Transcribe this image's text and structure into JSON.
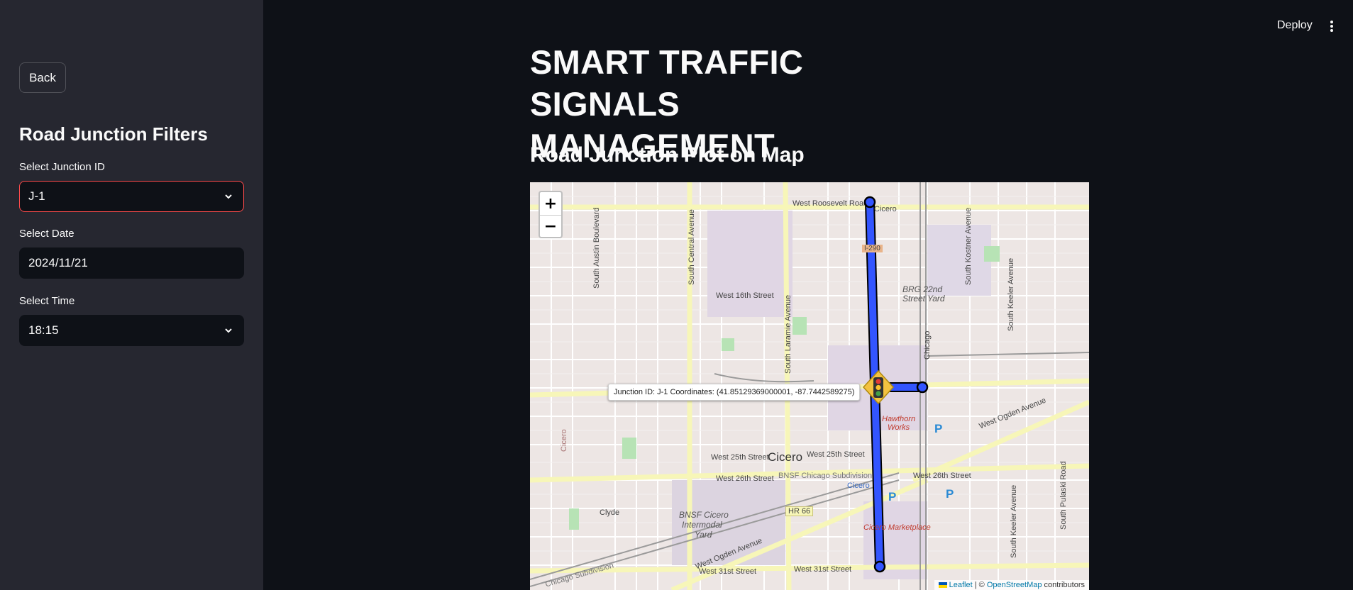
{
  "sidebar": {
    "back_label": "Back",
    "heading": "Road Junction Filters",
    "fields": [
      {
        "label": "Select Junction ID",
        "value": "J-1",
        "type": "select"
      },
      {
        "label": "Select Date",
        "value": "2024/11/21",
        "type": "date"
      },
      {
        "label": "Select Time",
        "value": "18:15",
        "type": "select"
      }
    ]
  },
  "header": {
    "deploy_label": "Deploy",
    "menu_icon": "kebab-menu-icon"
  },
  "main": {
    "title": "SMART TRAFFIC SIGNALS MANAGEMENT",
    "subtitle": "Road Junction Plot on Map",
    "map": {
      "zoom_in": "+",
      "zoom_out": "−",
      "tooltip": "Junction ID: J-1 Coordinates: (41.85129369000001, -87.7442589275)",
      "attribution_leaflet": "Leaflet",
      "attribution_sep": " | © ",
      "attribution_osm": "OpenStreetMap",
      "attribution_tail": " contributors",
      "marker_icon": "traffic-light-icon",
      "labels": {
        "roosevelt": "West Roosevelt Road",
        "cicero_top": "Cicero",
        "i290": "I-290",
        "st16": "West 16th Street",
        "brg": "BRG 22nd",
        "brg2": "Street Yard",
        "austin": "South Austin Boulevard",
        "central": "South Central Avenue",
        "laramie": "South Laramie Avenue",
        "kostner": "South Kostner Avenue",
        "keeler": "South Keeler Avenue",
        "chicago": "Chicago",
        "hawthorn1": "Hawthorn",
        "hawthorn2": "Works",
        "ogden": "West Ogden Avenue",
        "st25a": "West 25th Street",
        "cicero_big": "Cicero",
        "st25b": "West 25th Street",
        "st26a": "West 26th Street",
        "bnsf": "BNSF Chicago Subdivision",
        "st26b": "West 26th Street",
        "cicero_sm": "Cicero",
        "clyde": "Clyde",
        "hr66": "HR 66",
        "bnsf_yard1": "BNSF Cicero",
        "bnsf_yard2": "Intermodal",
        "bnsf_yard3": "Yard",
        "ogden2": "West Ogden Avenue",
        "marketplace": "Cicero Marketplace",
        "st31a": "West 31st Street",
        "st31b": "West 31st Street",
        "pulaski": "South Pulaski Road",
        "keeler2": "South Keeler Avenue",
        "cicero_side": "Cicero",
        "chi_sub": "Chicago Subdivision"
      }
    }
  },
  "colors": {
    "app_bg": "#0e1117",
    "sidebar_bg": "#262730",
    "focus_border": "#ff4b4b",
    "route_blue": "#3355ff"
  }
}
